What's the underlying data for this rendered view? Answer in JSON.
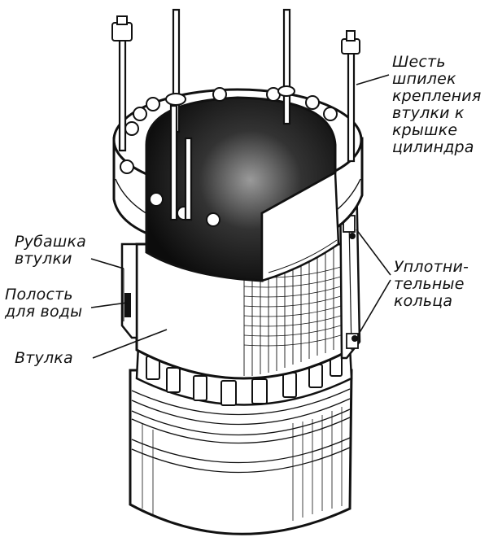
{
  "labels": {
    "studs": [
      "Шесть",
      "шпилек",
      "крепления",
      "втулки к",
      "крышке",
      "цилиндра"
    ],
    "jacket": [
      "Рубашка",
      "втулки"
    ],
    "cavity": [
      "Полость",
      "для воды"
    ],
    "sleeve": [
      "Втулка"
    ],
    "seals": [
      "Уплотни-",
      "тельные",
      "кольца"
    ]
  },
  "colors": {
    "ink": "#111111",
    "paper": "#ffffff",
    "bore": "#1a1a1a"
  }
}
